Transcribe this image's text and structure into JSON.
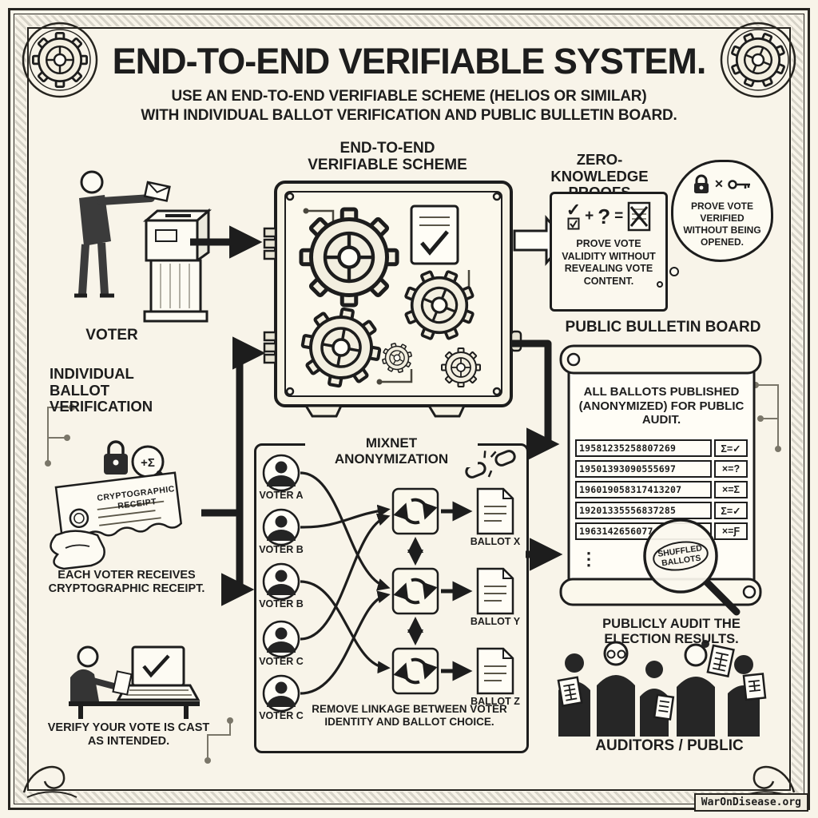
{
  "colors": {
    "ink": "#1d1d1d",
    "paper": "#f8f4e9"
  },
  "title": {
    "main": "END-TO-END VERIFIABLE SYSTEM.",
    "subtitle1": "USE AN END-TO-END VERIFIABLE SCHEME (HELIOS OR SIMILAR)",
    "subtitle2": "WITH INDIVIDUAL BALLOT VERIFICATION AND PUBLIC BULLETIN BOARD."
  },
  "voter_station": {
    "label": "VOTER"
  },
  "scheme": {
    "label1": "END-TO-END",
    "label2": "VERIFIABLE SCHEME"
  },
  "zero_knowledge": {
    "title": "ZERO-KNOWLEDGE PROOFS",
    "formula": {
      "check": "✓",
      "plus": "+",
      "question": "?",
      "equals": "="
    },
    "box_text": "PROVE VOTE VALIDITY WITHOUT REVEALING VOTE CONTENT.",
    "bubble_times": "✕",
    "bubble_text": "PROVE VOTE VERIFIED WITHOUT BEING OPENED."
  },
  "individual_verification": {
    "title": "INDIVIDUAL BALLOT VERIFICATION",
    "lens_text": "+Σ",
    "receipt_line1": "CRYPTOGRAPHIC",
    "receipt_line2": "RECEIPT",
    "caption": "EACH VOTER RECEIVES CRYPTOGRAPHIC RECEIPT."
  },
  "cast_as_intended": {
    "caption": "VERIFY YOUR VOTE IS CAST AS INTENDED."
  },
  "mixnet": {
    "title": "MIXNET ANONYMIZATION",
    "voters": [
      "VOTER A",
      "VOTER B",
      "VOTER B",
      "VOTER C",
      "VOTER C"
    ],
    "ballots": [
      "BALLOT X",
      "BALLOT Y",
      "BALLOT Z"
    ],
    "caption": "REMOVE LINKAGE BETWEEN VOTER IDENTITY AND BALLOT CHOICE."
  },
  "bulletin_board": {
    "title": "PUBLIC BULLETIN BOARD",
    "header": "ALL BALLOTS PUBLISHED (ANONYMIZED) FOR PUBLIC AUDIT.",
    "rows": [
      {
        "number": "19581235258807269",
        "status": "Σ=✓"
      },
      {
        "number": "19501393090555697",
        "status": "×=?"
      },
      {
        "number": "196019058317413207",
        "status": "×=Σ"
      },
      {
        "number": "19201335556837285",
        "status": "Σ=✓"
      },
      {
        "number": "1963142656077",
        "status": "×=Ƒ"
      }
    ],
    "more": "⋮",
    "stamp_line1": "SHUFFLED",
    "stamp_line2": "BALLOTS",
    "caption": "PUBLICLY AUDIT THE ELECTION RESULTS."
  },
  "auditors": {
    "label": "AUDITORS / PUBLIC"
  },
  "watermark": "WarOnDisease.org"
}
